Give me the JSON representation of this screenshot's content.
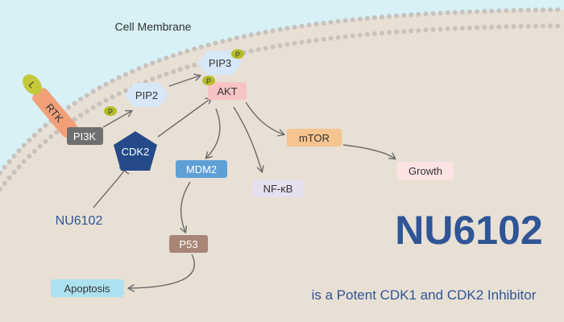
{
  "colors": {
    "background_outside": "#d7f1f6",
    "cell_interior": "#e8e0d4",
    "membrane_dots": "#c8c3be",
    "arrow": "#6b6b6b",
    "title_blue": "#2f5597",
    "phospho": "#b5bc2a",
    "rtk": "#f1a07a",
    "ligand": "#c5c83a",
    "pi3k": "#6f6f6f",
    "cdk2": "#244a8a",
    "pip": "#d6e7f7",
    "akt": "#f7c3c3",
    "mtor": "#f5c48f",
    "growth": "#fbe3e3",
    "mdm2": "#5e9fd6",
    "nfkb": "#e5dff0",
    "p53": "#a88575",
    "apoptosis": "#aee1f0"
  },
  "diagram": {
    "membrane_label": "Cell Membrane",
    "ligand_label": "L",
    "phospho_label": "P",
    "nodes": {
      "rtk": "RTK",
      "pi3k": "PI3K",
      "pip2": "PIP2",
      "pip3": "PIP3",
      "akt": "AKT",
      "cdk2": "CDK2",
      "mtor": "mTOR",
      "growth": "Growth",
      "mdm2": "MDM2",
      "nfkb": "NF-κB",
      "p53": "P53",
      "apoptosis": "Apoptosis",
      "drug": "NU6102"
    }
  },
  "headline": {
    "title": "NU6102",
    "subtitle": "is a Potent CDK1 and CDK2 Inhibitor"
  }
}
